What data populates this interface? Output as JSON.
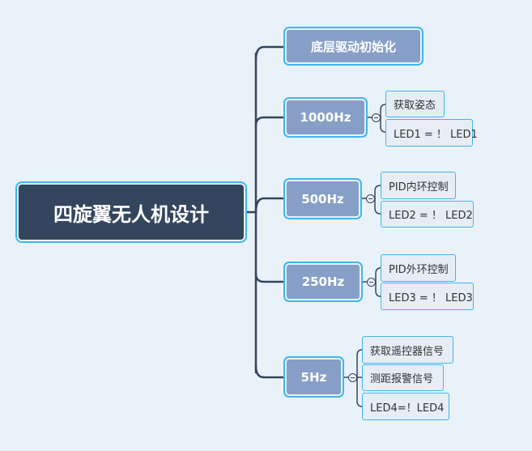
{
  "root": {
    "label": "四旋翼无人机设计"
  },
  "branches": [
    {
      "label": "底层驱动初始化",
      "children": []
    },
    {
      "label": "1000Hz",
      "children": [
        "获取姿态",
        "LED1 = ！ LED1"
      ]
    },
    {
      "label": "500Hz",
      "children": [
        "PID内环控制",
        "LED2 = ！ LED2"
      ]
    },
    {
      "label": "250Hz",
      "children": [
        "PID外环控制",
        "LED3 = ！ LED3"
      ]
    },
    {
      "label": "5Hz",
      "children": [
        "获取遥控器信号",
        "测距报警信号",
        "LED4=！LED4"
      ]
    }
  ],
  "colors": {
    "root_fill": "#34455e",
    "branch_fill": "#879fc7",
    "leaf_fill": "#e6edf5",
    "selection_outline": "#3fb6ef",
    "connector": "#34455e",
    "background": "#eaf2f9"
  }
}
